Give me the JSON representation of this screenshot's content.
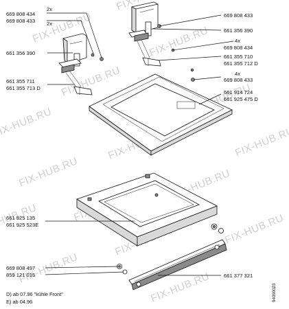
{
  "watermark": "FIX-HUB.RU",
  "labels": {
    "l01": "669 808 434",
    "l02": "669 808 433",
    "l03": "669 808 433",
    "l04": "661 356 390",
    "l05": "661 356 390",
    "l06": "669 808 434",
    "l07": "661 355 710",
    "l08": "661 355 712 D",
    "l09": "661 355 711",
    "l10": "661 355 713 D",
    "l11": "669 808 433",
    "l12": "661 914 724",
    "l13": "661 925 475 D",
    "l14": "661 925 135",
    "l15": "661 925 523E",
    "l16": "669 808 497",
    "l17": "859 121 015",
    "l18": "661 377 321"
  },
  "quantities": {
    "q1": "2x",
    "q2": "2x",
    "q3": "4x",
    "q4": "4x"
  },
  "notes": {
    "n1": "D) ab 07.96 \"kühle Front\"",
    "n2": "E) ab 04.96"
  },
  "drawing_ref": "94090023"
}
